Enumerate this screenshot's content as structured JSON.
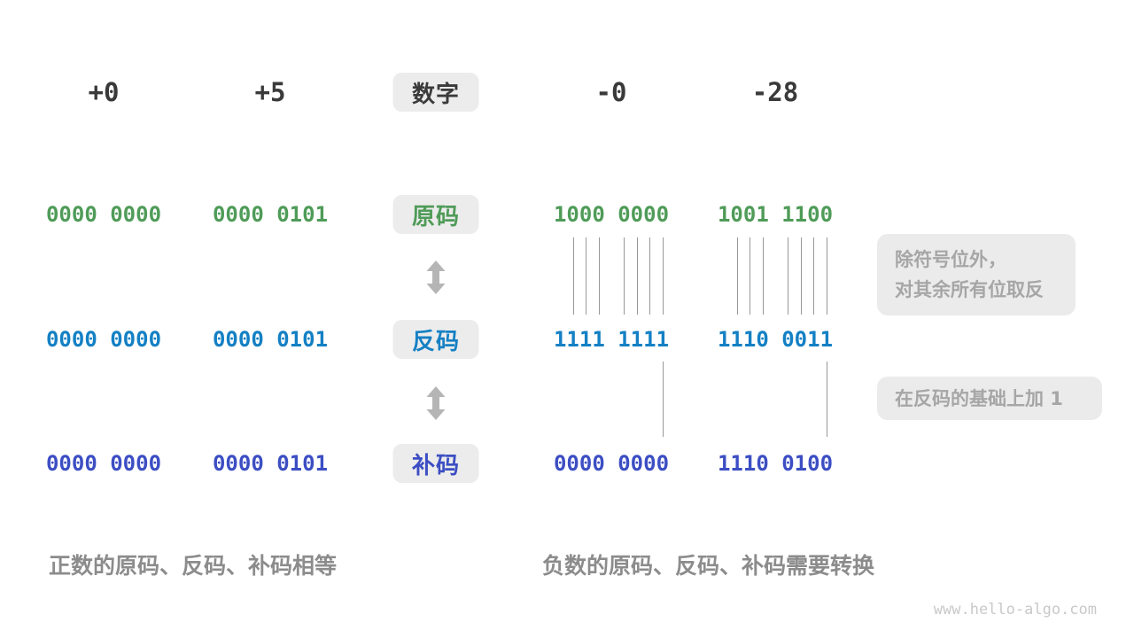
{
  "palette": {
    "green": "#4f9b58",
    "blue": "#1480c4",
    "indigo": "#3c4ec3",
    "box_bg": "#ececec",
    "dark_text": "#3a3a3a",
    "note_text": "#a6a6a6",
    "caption_text": "#8c8c8c",
    "line": "#979797",
    "arrow": "#b5b5b5",
    "watermark": "#c9c9c9"
  },
  "header": {
    "numbers": [
      "+0",
      "+5",
      "-0",
      "-28"
    ],
    "label": "数字"
  },
  "rows": [
    {
      "key": "sign-magnitude",
      "label": "原码",
      "values": [
        "0000 0000",
        "0000 0101",
        "1000 0000",
        "1001 1100"
      ]
    },
    {
      "key": "ones-complement",
      "label": "反码",
      "values": [
        "0000 0000",
        "0000 0101",
        "1111 1111",
        "1110 0011"
      ]
    },
    {
      "key": "twos-complement",
      "label": "补码",
      "values": [
        "0000 0000",
        "0000 0101",
        "0000 0000",
        "1110 0100"
      ]
    }
  ],
  "notes": [
    {
      "line1": "除符号位外，",
      "line2": "对其余所有位取反"
    },
    {
      "line1": "在反码的基础上加 1"
    }
  ],
  "captions": [
    "正数的原码、反码、补码相等",
    "负数的原码、反码、补码需要转换"
  ],
  "watermark": "www.hello-algo.com"
}
